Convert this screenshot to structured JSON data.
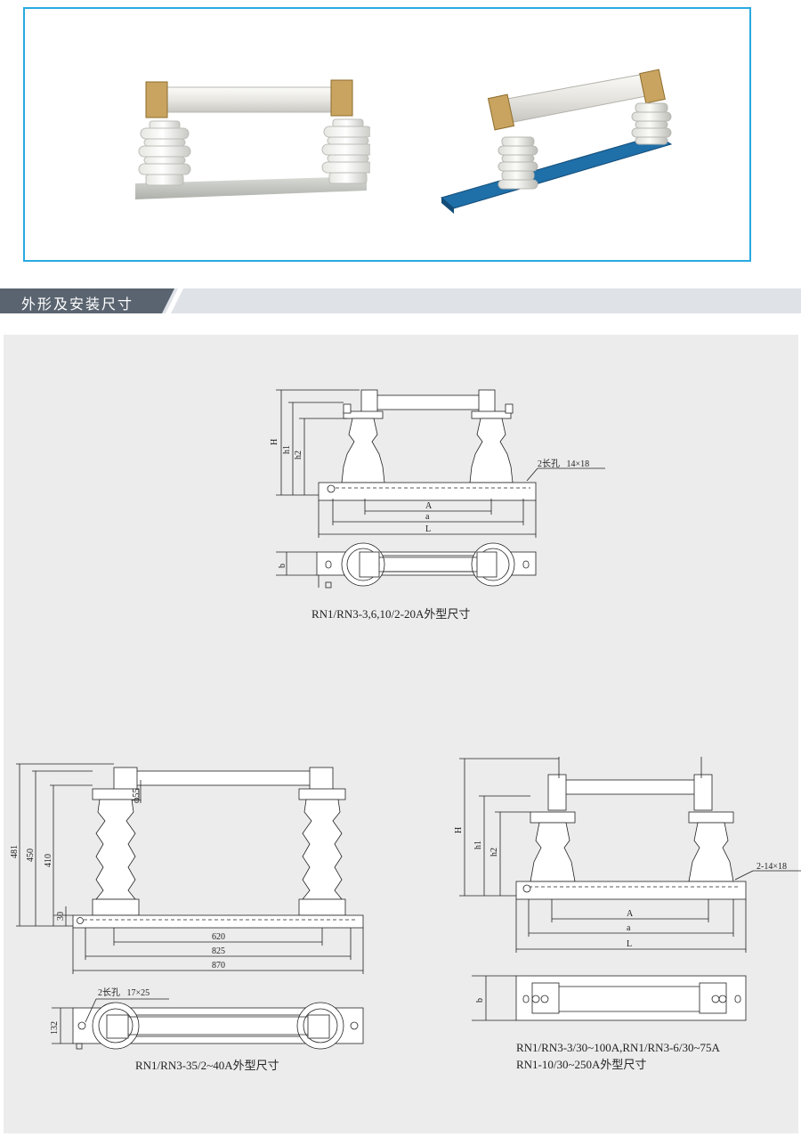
{
  "section": {
    "title": "外形及安装尺寸"
  },
  "drawings": {
    "d1": {
      "caption": "RN1/RN3-3,6,10/2-20A外型尺寸",
      "dims": {
        "H": "H",
        "h1": "h1",
        "h2": "h2",
        "A": "A",
        "a": "a",
        "L": "L",
        "b": "b",
        "hole": "2长孔   14×18"
      }
    },
    "d2": {
      "caption": "RN1/RN3-35/2~40A外型尺寸",
      "dims": {
        "d481": "481",
        "d450": "450",
        "d410": "410",
        "d30": "30",
        "d620": "620",
        "d825": "825",
        "d870": "870",
        "d132": "132",
        "phi": "ф55",
        "hole": "2长孔   17×25"
      }
    },
    "d3": {
      "caption_line1": "RN1/RN3-3/30~100A,RN1/RN3-6/30~75A",
      "caption_line2": "RN1-10/30~250A外型尺寸",
      "dims": {
        "H": "H",
        "h1": "h1",
        "h2": "h2",
        "A": "A",
        "a": "a",
        "L": "L",
        "b": "b",
        "hole": "2-14×18"
      }
    }
  },
  "colors": {
    "frame": "#29a9e0",
    "banner_dark": "#5a6470",
    "banner_light": "#dfe3e8",
    "panel": "#ececec",
    "base_blue": "#1f6fa8"
  }
}
